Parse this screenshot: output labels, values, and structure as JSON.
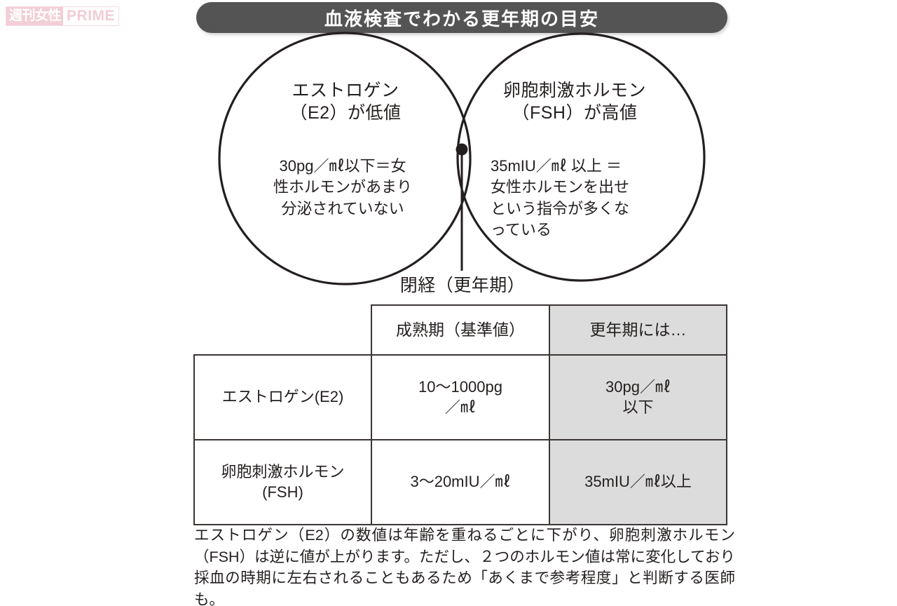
{
  "logo": {
    "jp_text": "週刊女性",
    "en_text": "PRIME",
    "jp_bg": "#eebcc7",
    "en_color": "#eeb9c5"
  },
  "banner": {
    "title": "血液検査でわかる更年期の目安",
    "bg": "#545454",
    "text_color": "#ffffff"
  },
  "venn": {
    "left": {
      "heading": "エストロゲン\n（E2）が低値",
      "body": "30pg／㎖以下＝女\n性ホルモンがあまり\n分泌されていない"
    },
    "right": {
      "heading": "卵胞刺激ホルモン\n（FSH）が高値",
      "body": "35mIU／㎖ 以上 ＝\n女性ホルモンを出せ\nという指令が多くな\nっている"
    },
    "intersection_label": "閉経（更年期）"
  },
  "table": {
    "headers": [
      "",
      "成熟期（基準値）",
      "更年期には…"
    ],
    "rows": [
      {
        "label": "エストロゲン(E2)",
        "normal": "10〜1000pg\n／㎖",
        "menopause": "30pg／㎖\n以下"
      },
      {
        "label": "卵胞刺激ホルモン\n(FSH)",
        "normal": "3〜20mIU／㎖",
        "menopause": "35mIU／㎖以上"
      }
    ],
    "shaded_column_color": "#dcdcdc"
  },
  "footnote": "エストロゲン（E2）の数値は年齢を重ねるごとに下がり、卵胞刺激ホルモン（FSH）は逆に値が上がります。ただし、２つのホルモン値は常に変化しており採血の時期に左右されることもあるため「あくまで参考程度」と判断する医師も。"
}
